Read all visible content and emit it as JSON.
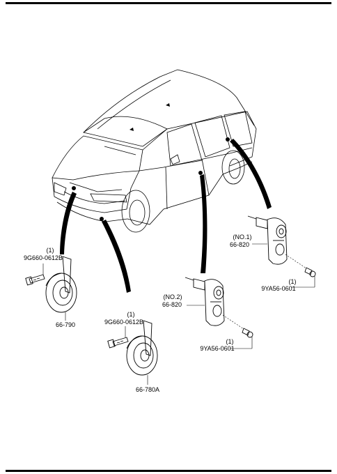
{
  "labels": {
    "horn_left_qty": "(1)",
    "horn_left_bolt": "9G660-0612B",
    "horn_left_part": "66-790",
    "horn_mid_qty": "(1)",
    "horn_mid_bolt": "9G660-0612B",
    "horn_mid_part": "66-780A",
    "switch1_no": "(NO.1)",
    "switch1_part": "66-820",
    "switch1_qty": "(1)",
    "switch1_screw": "9YA56-0601",
    "switch2_no": "(NO.2)",
    "switch2_part": "66-820",
    "switch2_qty": "(1)",
    "switch2_screw": "9YA56-0601"
  }
}
